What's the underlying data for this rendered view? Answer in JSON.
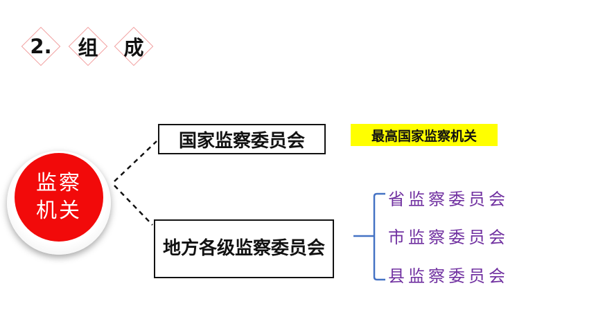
{
  "heading": {
    "tiles": [
      "2.",
      "组",
      "成"
    ]
  },
  "root": {
    "line1": "监察",
    "line2": "机关"
  },
  "branches": {
    "national": "国家监察委员会",
    "national_note": "最高国家监察机关",
    "local": "地方各级监察委员会"
  },
  "local_levels": [
    "省监察委员会",
    "市监察委员会",
    "县监察委员会"
  ],
  "colors": {
    "root_fill": "#f20a0a",
    "highlight": "#ffff00",
    "level_text": "#7030a0",
    "bracket": "#4472c4",
    "tile_border": "#f2a0a0"
  }
}
